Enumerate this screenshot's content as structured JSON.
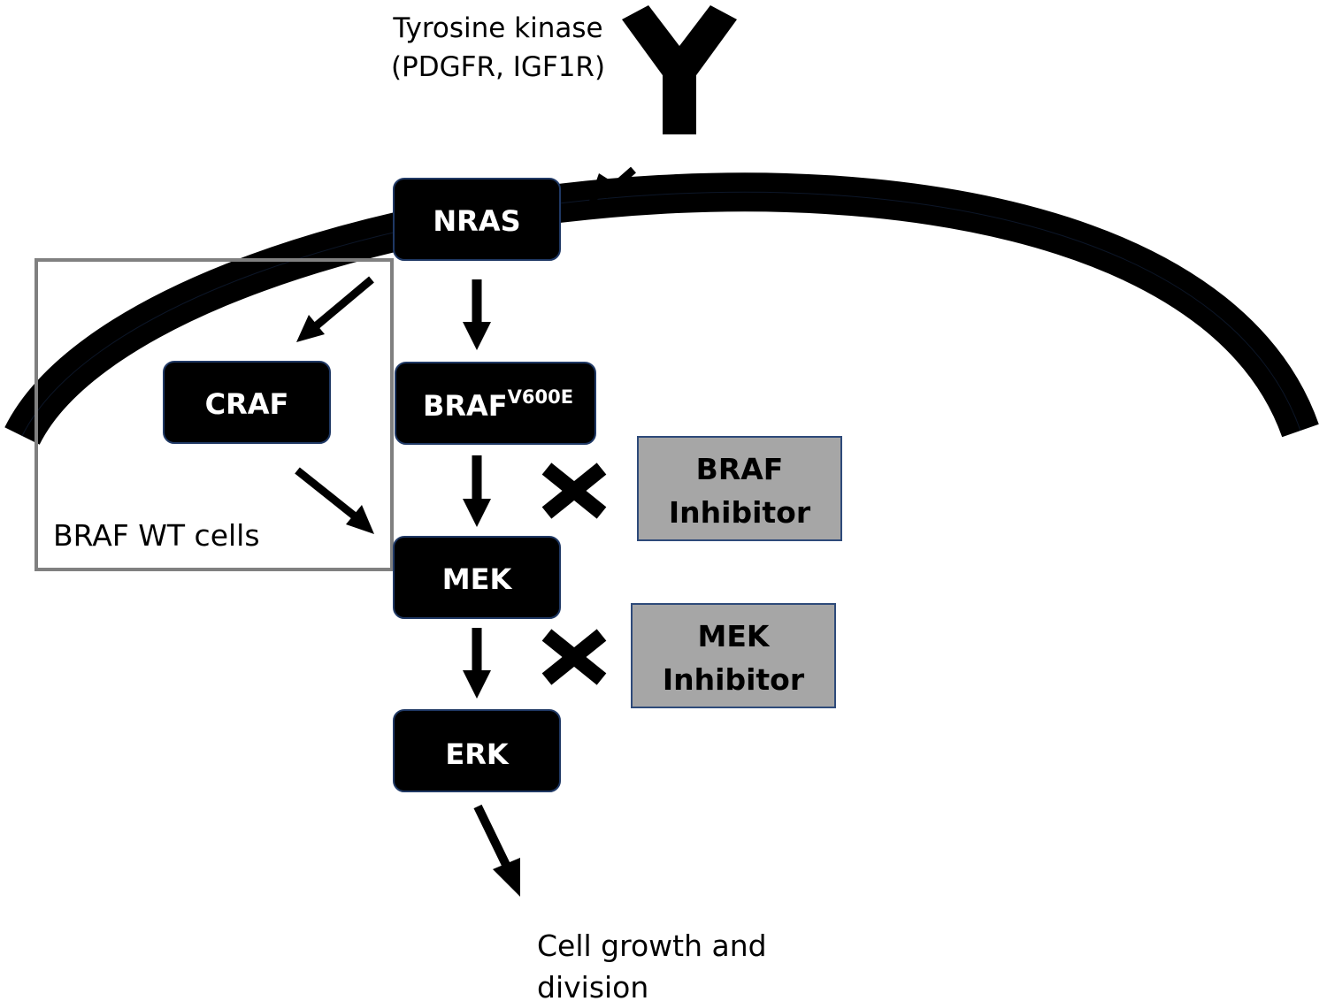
{
  "receptor": {
    "label_line1": "Tyrosine kinase",
    "label_line2": "(PDGFR, IGF1R)"
  },
  "nodes": {
    "nras": "NRAS",
    "craf": "CRAF",
    "braf": "BRAF",
    "braf_superscript": "V600E",
    "mek": "MEK",
    "erk": "ERK"
  },
  "inhibitors": {
    "braf_line1": "BRAF",
    "braf_line2": "Inhibitor",
    "mek_line1": "MEK",
    "mek_line2": "Inhibitor"
  },
  "wt_box_label": "BRAF WT cells",
  "outcome": {
    "line1": "Cell growth and",
    "line2": "division"
  },
  "colors": {
    "node_fill": "#000000",
    "node_border": "#1f3864",
    "inhibitor_fill": "#a6a6a6",
    "inhibitor_border": "#2e4a7a",
    "wt_box_border": "#808080",
    "membrane": "#000000"
  }
}
